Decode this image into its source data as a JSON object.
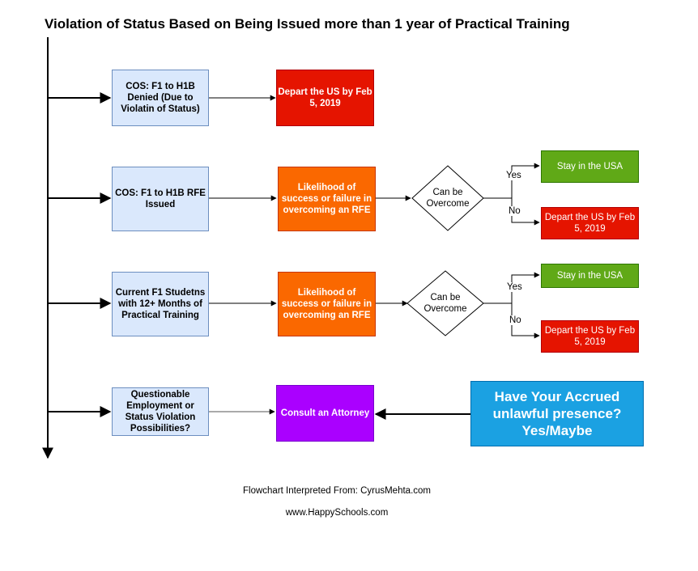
{
  "title": "Violation of Status Based on Being Issued more than 1 year of Practical Training",
  "rows": [
    {
      "start": "COS: F1 to H1B Denied (Due to Violatin of Status)",
      "outcome": "Depart the US by Feb 5, 2019"
    },
    {
      "start": "COS: F1 to H1B RFE Issued",
      "assessment": "Likelihood of success or failure in overcoming an RFE",
      "decision": "Can be Overcome",
      "yes_label": "Yes",
      "no_label": "No",
      "yes_outcome": "Stay in the USA",
      "no_outcome": "Depart the US by Feb 5, 2019"
    },
    {
      "start": "Current F1 Studetns  with 12+ Months of Practical Training",
      "assessment": "Likelihood of success or failure in overcoming an RFE",
      "decision": "Can be Overcome",
      "yes_label": "Yes",
      "no_label": "No",
      "yes_outcome": "Stay in the USA",
      "no_outcome": "Depart the US by Feb 5, 2019"
    },
    {
      "start": "Questionable Employment or Status Violation Possibilities?",
      "outcome": "Consult an Attorney",
      "prompt": "Have Your Accrued unlawful presence? Yes/Maybe"
    }
  ],
  "footer": {
    "source": "Flowchart Interpreted From: CyrusMehta.com",
    "site": "www.HappySchools.com"
  }
}
